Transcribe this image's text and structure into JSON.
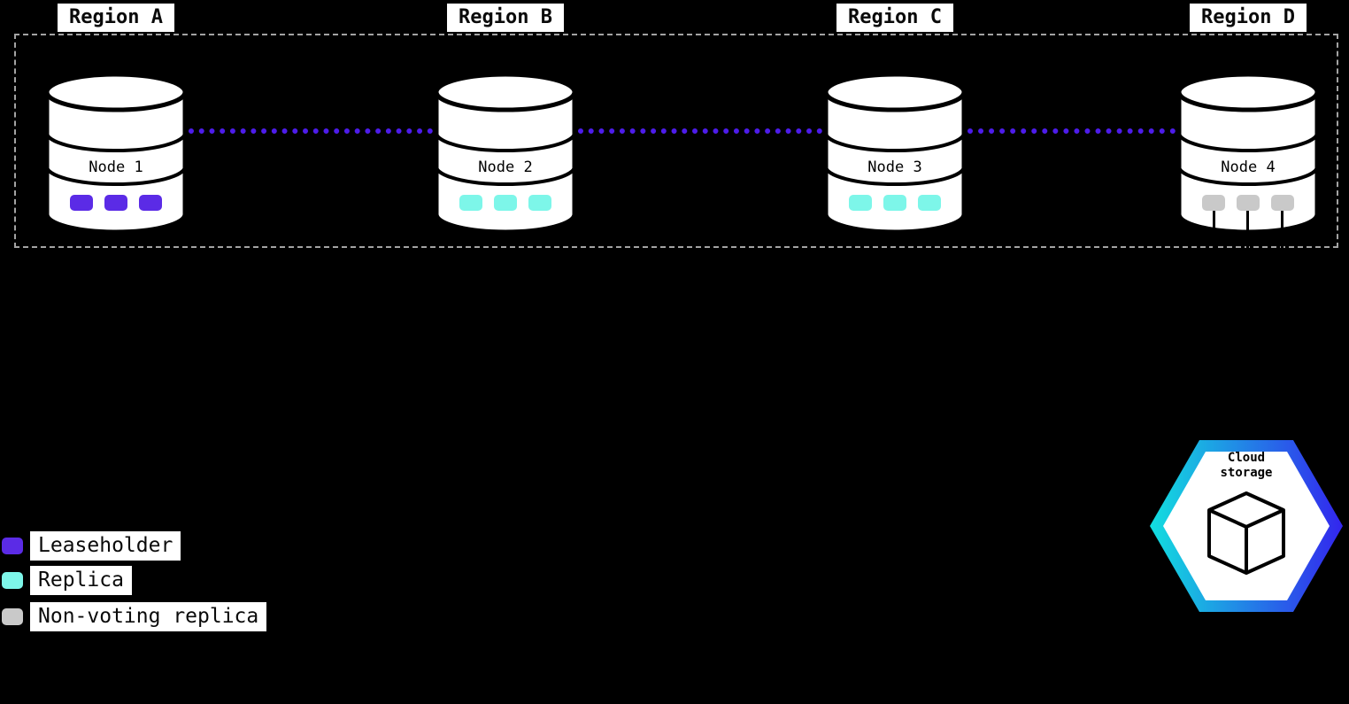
{
  "regions": [
    {
      "label": "Region A"
    },
    {
      "label": "Region B"
    },
    {
      "label": "Region C"
    },
    {
      "label": "Region D"
    }
  ],
  "nodes": [
    {
      "label": "Node 1",
      "replica_type": "Leaseholder",
      "replica_color": "#5b2be6",
      "replica_count": 3
    },
    {
      "label": "Node 2",
      "replica_type": "Replica",
      "replica_color": "#7df6e9",
      "replica_count": 3
    },
    {
      "label": "Node 3",
      "replica_type": "Replica",
      "replica_color": "#7df6e9",
      "replica_count": 3
    },
    {
      "label": "Node 4",
      "replica_type": "Non-voting replica",
      "replica_color": "#c9c9c9",
      "replica_count": 3
    }
  ],
  "legend": [
    {
      "label": "Leaseholder",
      "color": "#5b2be6"
    },
    {
      "label": "Replica",
      "color": "#7df6e9"
    },
    {
      "label": "Non-voting replica",
      "color": "#c9c9c9"
    }
  ],
  "cloud_storage": {
    "label_lines": [
      "Cloud",
      "storage"
    ]
  },
  "colors": {
    "background": "#000000",
    "connection_line": "#4d1cea",
    "dashed_border": "#a3a3a3",
    "cylinder_fill": "#ffffff",
    "cylinder_stroke": "#000000",
    "hexagon_gradient_start": "#12dfdf",
    "hexagon_gradient_end": "#3325ee"
  }
}
